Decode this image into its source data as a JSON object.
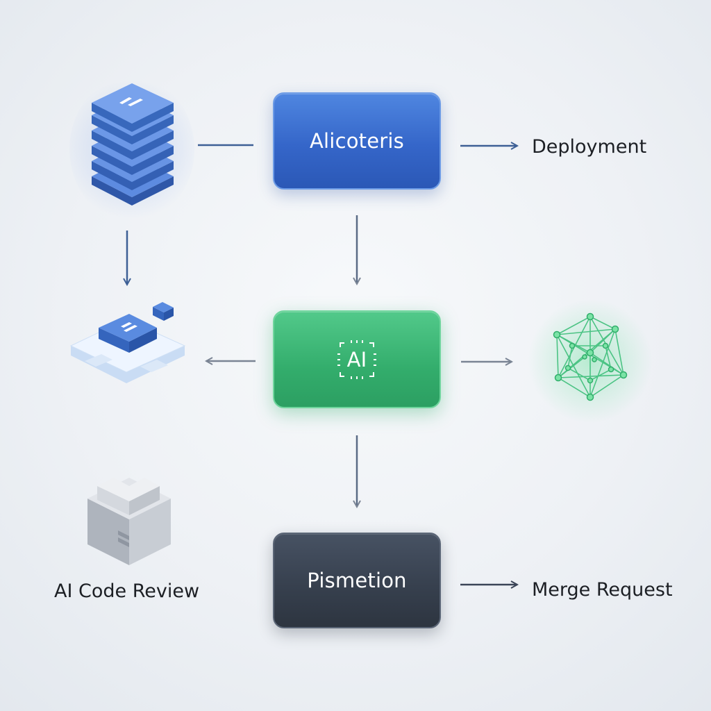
{
  "nodes": {
    "top": {
      "label": "Alicoteris"
    },
    "middle": {
      "label": "AI"
    },
    "bottom": {
      "label": "Pismetion"
    }
  },
  "labels": {
    "deployment": "Deployment",
    "code_review": "AI Code Review",
    "merge_request": "Merge Request"
  },
  "colors": {
    "blue_node": "#3566c9",
    "green_node": "#33ad6c",
    "dark_node": "#363f4d",
    "connector": "#4a6a9a"
  },
  "icons": {
    "server_stack": "server-stack-icon",
    "platform": "platform-block-icon",
    "neural_network": "neural-network-icon",
    "package_box": "package-box-icon"
  }
}
